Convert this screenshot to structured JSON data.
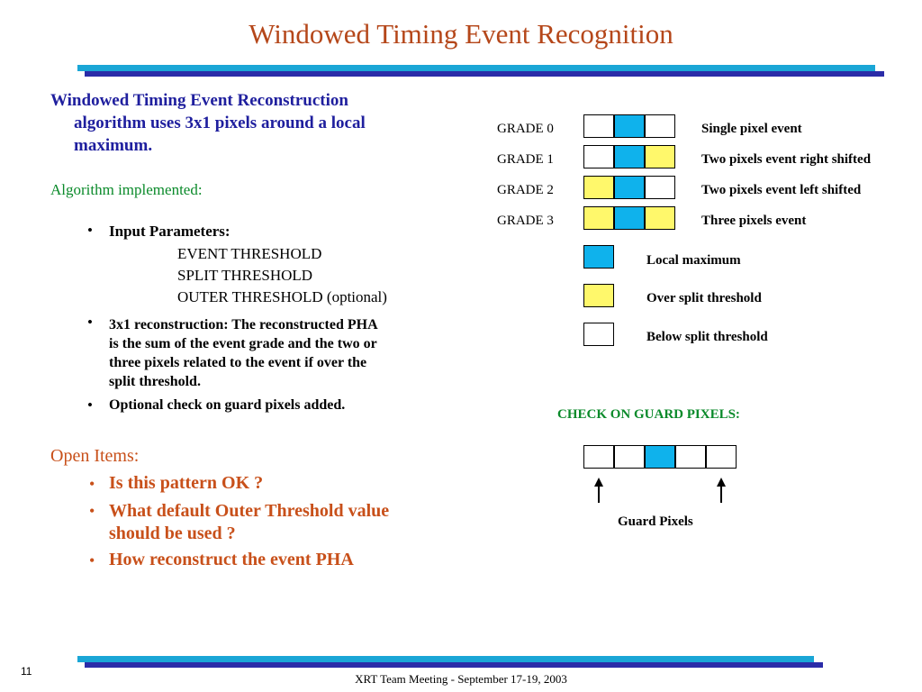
{
  "title": "Windowed Timing Event Recognition",
  "left": {
    "intro_line1": "Windowed Timing Event Reconstruction",
    "intro_line2": "algorithm uses 3x1 pixels around a local",
    "intro_line3": "maximum.",
    "algo_heading": "Algorithm implemented:",
    "input_params_label": "Input Parameters:",
    "param1": "EVENT THRESHOLD",
    "param2": "SPLIT THRESHOLD",
    "param3": "OUTER THRESHOLD (optional)",
    "recon_line1": "3x1 reconstruction: The reconstructed PHA",
    "recon_line2": "is the sum of the event grade and the two or",
    "recon_line3": "three pixels related to the event if over the",
    "recon_line4": "split threshold.",
    "guard_check": "Optional check on guard pixels added.",
    "open_items_heading": "Open Items:",
    "open1": "Is this pattern OK ?",
    "open2_line1": "What default Outer Threshold value",
    "open2_line2": "should be used ?",
    "open3": "How reconstruct the event PHA"
  },
  "grades": [
    {
      "label": "GRADE 0",
      "cells": [
        "white",
        "blue",
        "white"
      ],
      "desc": "Single pixel event"
    },
    {
      "label": "GRADE 1",
      "cells": [
        "white",
        "blue",
        "yellow"
      ],
      "desc": "Two pixels event right shifted"
    },
    {
      "label": "GRADE 2",
      "cells": [
        "yellow",
        "blue",
        "white"
      ],
      "desc": "Two pixels event left shifted"
    },
    {
      "label": "GRADE 3",
      "cells": [
        "yellow",
        "blue",
        "yellow"
      ],
      "desc": "Three pixels event"
    }
  ],
  "legend": [
    {
      "color": "blue",
      "label": "Local maximum"
    },
    {
      "color": "yellow",
      "label": "Over split threshold"
    },
    {
      "color": "white",
      "label": "Below split threshold"
    }
  ],
  "guard": {
    "heading": "CHECK ON GUARD PIXELS:",
    "cells": [
      "white",
      "white",
      "blue",
      "white",
      "white"
    ],
    "label": "Guard Pixels"
  },
  "colors": {
    "blue": "#0fb2ec",
    "yellow": "#fff86b",
    "white": "#ffffff",
    "title": "#b5471a"
  },
  "footer": {
    "page_number": "11",
    "text": "XRT Team Meeting - September 17-19, 2003"
  }
}
